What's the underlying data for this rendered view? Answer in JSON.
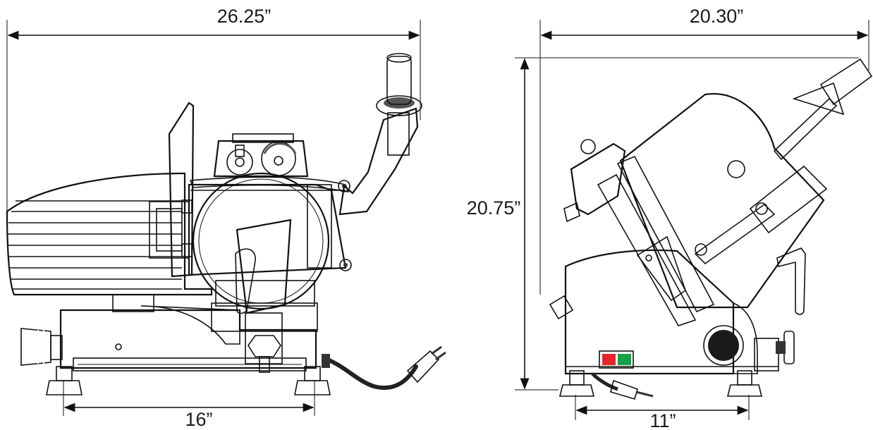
{
  "dimensions": {
    "left_width": "26.25”",
    "left_base": "16”",
    "right_width": "20.30”",
    "right_height": "20.75”",
    "right_base": "11”"
  },
  "colors": {
    "switch_red": "#e3262a",
    "switch_green": "#16a04a",
    "dark": "#262626",
    "line": "#111111"
  }
}
